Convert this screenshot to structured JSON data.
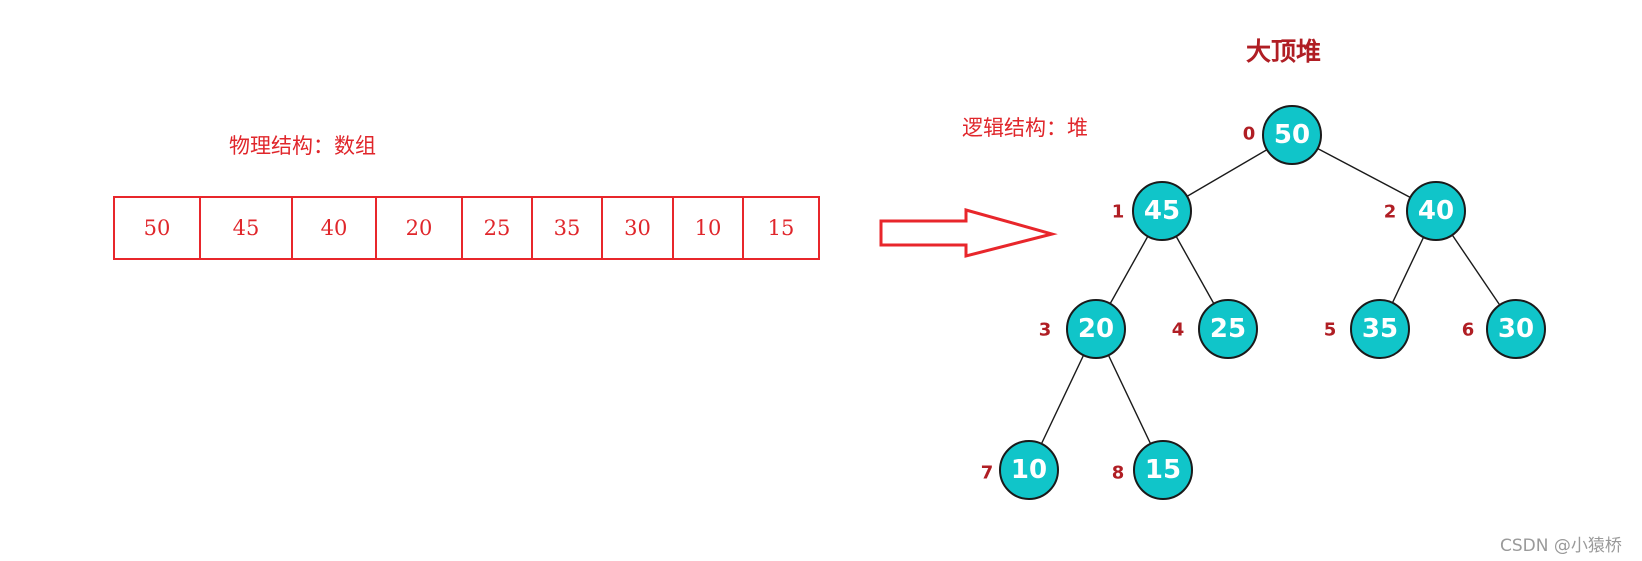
{
  "physical_label": "物理结构：数组",
  "logical_label": "逻辑结构：堆",
  "heap_title": "大顶堆",
  "array_values": [
    "50",
    "45",
    "40",
    "20",
    "25",
    "35",
    "30",
    "10",
    "15"
  ],
  "heap_nodes": [
    {
      "index": "0",
      "value": "50"
    },
    {
      "index": "1",
      "value": "45"
    },
    {
      "index": "2",
      "value": "40"
    },
    {
      "index": "3",
      "value": "20"
    },
    {
      "index": "4",
      "value": "25"
    },
    {
      "index": "5",
      "value": "35"
    },
    {
      "index": "6",
      "value": "30"
    },
    {
      "index": "7",
      "value": "10"
    },
    {
      "index": "8",
      "value": "15"
    }
  ],
  "heap_edges": [
    [
      0,
      1
    ],
    [
      0,
      2
    ],
    [
      1,
      3
    ],
    [
      1,
      4
    ],
    [
      2,
      5
    ],
    [
      2,
      6
    ],
    [
      3,
      7
    ],
    [
      3,
      8
    ]
  ],
  "colors": {
    "annotation_red": "#e0262b",
    "title_red": "#b01e24",
    "node_fill": "#10c5c9",
    "node_stroke": "#1a1a1a",
    "edge": "#1a1a1a"
  },
  "watermark": "CSDN @小猿桥"
}
